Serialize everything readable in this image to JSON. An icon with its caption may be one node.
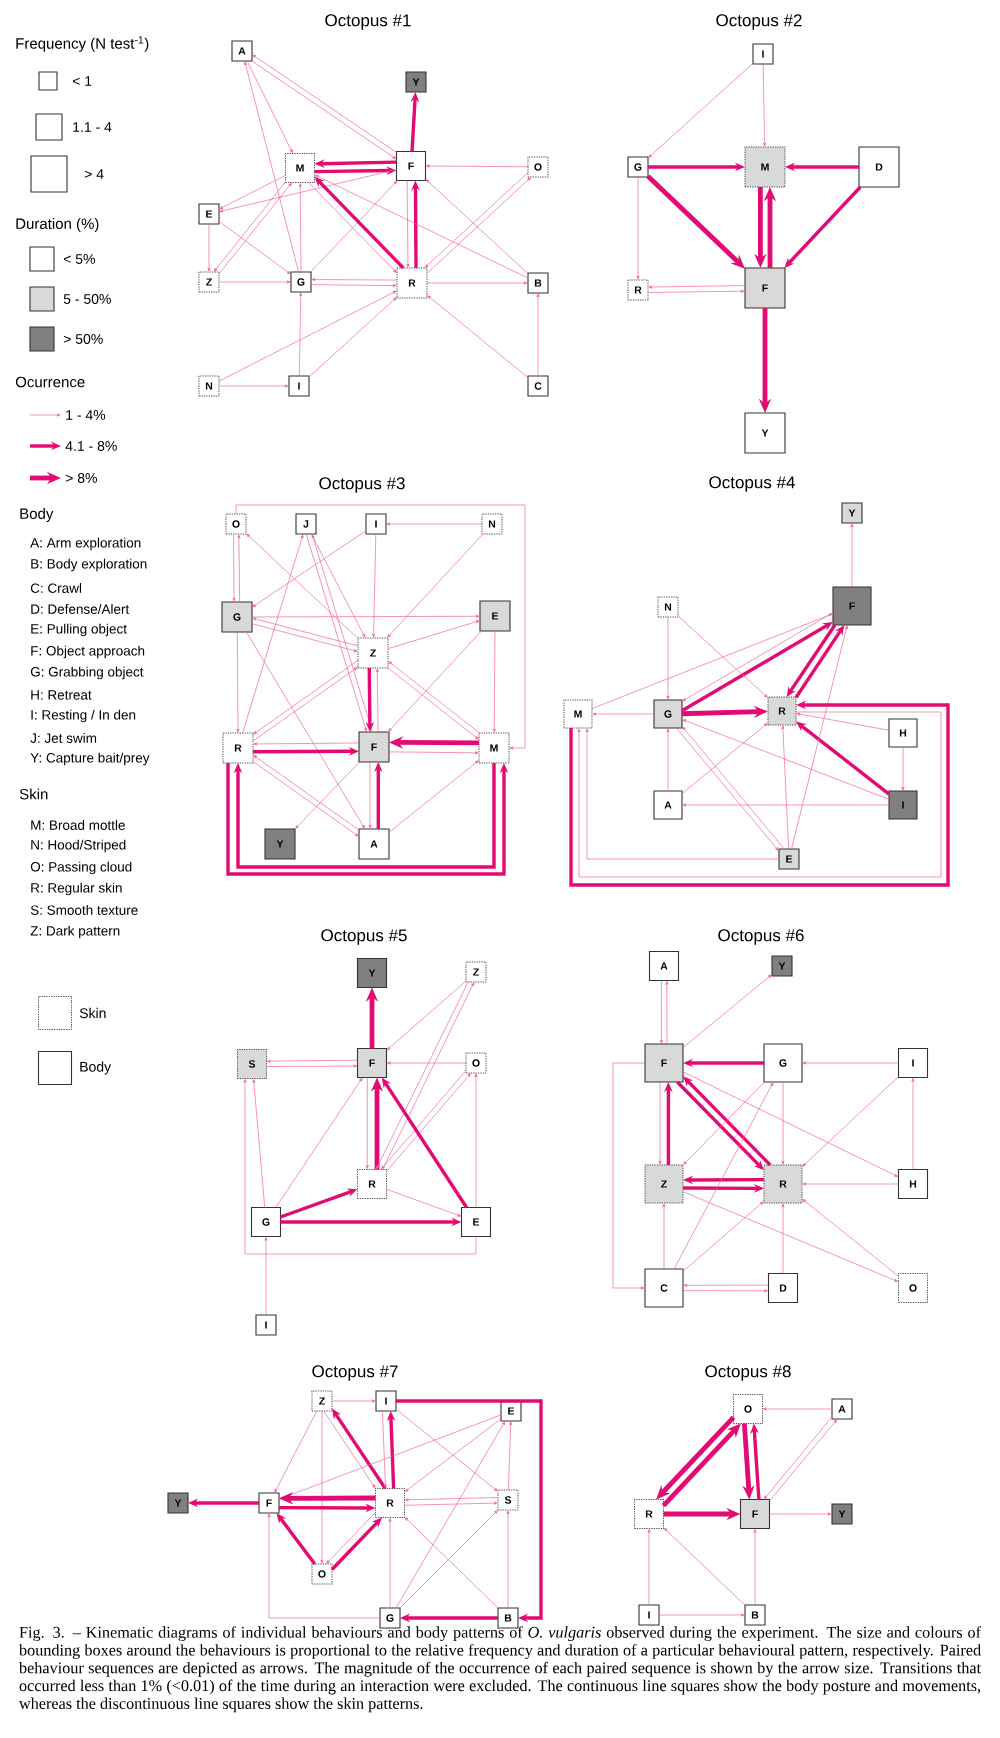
{
  "diagram": {
    "caption": "Fig. 3. – Kinematic diagrams of individual behaviours and body patterns of *O. vulgaris* observed during the experiment. The size and colours of bounding boxes around the behaviours is proportional to the relative frequency and duration of a particular behavioural pattern, respectively. Paired behaviour sequences are depicted as arrows. The magnitude of the occurrence of each paired sequence is shown by the arrow size. Transitions that occurred less than 1% (<0.01) of the time during an interaction were excluded. The continuous line squares show the body posture and movements, whereas the discontinuous line squares show the skin patterns.",
    "nodes": [
      {
        "text": [
          "A"
        ]
      },
      {
        "text": [
          "Y"
        ]
      },
      {
        "text": [
          "M"
        ]
      },
      {
        "text": [
          "F"
        ]
      },
      {
        "text": [
          "O"
        ]
      },
      {
        "text": [
          "E"
        ]
      },
      {
        "text": [
          "Z"
        ]
      },
      {
        "text": [
          "G"
        ]
      },
      {
        "text": [
          "R"
        ]
      },
      {
        "text": [
          "B"
        ]
      },
      {
        "text": [
          "N"
        ]
      },
      {
        "text": [
          "I"
        ]
      },
      {
        "text": [
          "C"
        ]
      },
      {
        "text": [
          "I"
        ]
      },
      {
        "text": [
          "G"
        ]
      },
      {
        "text": [
          "M"
        ]
      },
      {
        "text": [
          "D"
        ]
      },
      {
        "text": [
          "R"
        ]
      },
      {
        "text": [
          "F"
        ]
      },
      {
        "text": [
          "Y"
        ]
      },
      {
        "text": [
          "O"
        ]
      },
      {
        "text": [
          "J"
        ]
      },
      {
        "text": [
          "I"
        ]
      },
      {
        "text": [
          "N"
        ]
      },
      {
        "text": [
          "G"
        ]
      },
      {
        "text": [
          "E"
        ]
      },
      {
        "text": [
          "Z"
        ]
      },
      {
        "text": [
          "R"
        ]
      },
      {
        "text": [
          "F"
        ]
      },
      {
        "text": [
          "M"
        ]
      },
      {
        "text": [
          "Y"
        ]
      },
      {
        "text": [
          "A"
        ]
      },
      {
        "text": [
          "Y"
        ]
      },
      {
        "text": [
          "N"
        ]
      },
      {
        "text": [
          "F"
        ]
      },
      {
        "text": [
          "M"
        ]
      },
      {
        "text": [
          "G"
        ]
      },
      {
        "text": [
          "R"
        ]
      },
      {
        "text": [
          "H"
        ]
      },
      {
        "text": [
          "A"
        ]
      },
      {
        "text": [
          "I"
        ]
      },
      {
        "text": [
          "E"
        ]
      },
      {
        "text": [
          "Y"
        ]
      },
      {
        "text": [
          "Z"
        ]
      },
      {
        "text": [
          "S"
        ]
      },
      {
        "text": [
          "F"
        ]
      },
      {
        "text": [
          "O"
        ]
      },
      {
        "text": [
          "R"
        ]
      },
      {
        "text": [
          "G"
        ]
      },
      {
        "text": [
          "E"
        ]
      },
      {
        "text": [
          "I"
        ]
      },
      {
        "text": [
          "A"
        ]
      },
      {
        "text": [
          "Y"
        ]
      },
      {
        "text": [
          "F"
        ]
      },
      {
        "text": [
          "G"
        ]
      },
      {
        "text": [
          "I"
        ]
      },
      {
        "text": [
          "Z"
        ]
      },
      {
        "text": [
          "R"
        ]
      },
      {
        "text": [
          "H"
        ]
      },
      {
        "text": [
          "C"
        ]
      },
      {
        "text": [
          "D"
        ]
      },
      {
        "text": [
          "O"
        ]
      },
      {
        "text": [
          "Z"
        ]
      },
      {
        "text": [
          "I"
        ]
      },
      {
        "text": [
          "E"
        ]
      },
      {
        "text": [
          "Y"
        ]
      },
      {
        "text": [
          "F"
        ]
      },
      {
        "text": [
          "R"
        ]
      },
      {
        "text": [
          "S"
        ]
      },
      {
        "text": [
          "O"
        ]
      },
      {
        "text": [
          "G"
        ]
      },
      {
        "text": [
          "B"
        ]
      },
      {
        "text": [
          "O"
        ]
      },
      {
        "text": [
          "A"
        ]
      },
      {
        "text": [
          "R"
        ]
      },
      {
        "text": [
          "F"
        ]
      },
      {
        "text": [
          "Y"
        ]
      },
      {
        "text": [
          "I"
        ]
      },
      {
        "text": [
          "B"
        ]
      }
    ],
    "edges": [
      {
        "from": 0,
        "to": 2,
        "arrow": "to"
      },
      {
        "from": 7,
        "to": 0,
        "arrow": "to"
      },
      {
        "from": 0,
        "to": 3,
        "arrow": "to"
      },
      {
        "from": 3,
        "to": 0,
        "arrow": "to"
      },
      {
        "from": 3,
        "to": 1,
        "arrow": "to",
        "style": "thick"
      },
      {
        "from": 2,
        "to": 3,
        "arrow": "to",
        "style": "thick"
      },
      {
        "from": 3,
        "to": 2,
        "arrow": "to",
        "style": "thick"
      },
      {
        "from": 4,
        "to": 3,
        "arrow": "to"
      },
      {
        "from": 2,
        "to": 5,
        "arrow": "to"
      },
      {
        "from": 3,
        "to": 5,
        "arrow": "to"
      },
      {
        "from": 5,
        "to": 6,
        "arrow": "to"
      },
      {
        "from": 5,
        "to": 7,
        "arrow": "to"
      },
      {
        "from": 6,
        "to": 2,
        "arrow": "to"
      },
      {
        "from": 2,
        "to": 6,
        "arrow": "to"
      },
      {
        "from": 7,
        "to": 2,
        "arrow": "to"
      },
      {
        "from": 7,
        "to": 3,
        "arrow": "to"
      },
      {
        "from": 8,
        "to": 2,
        "arrow": "to",
        "style": "thick"
      },
      {
        "from": 2,
        "to": 8,
        "arrow": "to"
      },
      {
        "from": 8,
        "to": 3,
        "arrow": "to",
        "style": "thick"
      },
      {
        "from": 3,
        "to": 8,
        "arrow": "to"
      },
      {
        "from": 9,
        "to": 2,
        "arrow": "to"
      },
      {
        "from": 9,
        "to": 3,
        "arrow": "to"
      },
      {
        "from": 8,
        "to": 4,
        "arrow": "to"
      },
      {
        "from": 4,
        "to": 8,
        "arrow": "to"
      },
      {
        "from": 6,
        "to": 7,
        "arrow": "to"
      },
      {
        "from": 7,
        "to": 8,
        "arrow": "to"
      },
      {
        "from": 8,
        "to": 7,
        "arrow": "to"
      },
      {
        "from": 8,
        "to": 9,
        "arrow": "to"
      },
      {
        "from": 10,
        "to": 8,
        "arrow": "to"
      },
      {
        "from": 11,
        "to": 8,
        "arrow": "to"
      },
      {
        "from": 11,
        "to": 7,
        "arrow": "to"
      },
      {
        "from": 10,
        "to": 11,
        "arrow": "to"
      },
      {
        "from": 12,
        "to": 8,
        "arrow": "to"
      },
      {
        "from": 12,
        "to": 9,
        "arrow": "to"
      },
      {
        "from": 13,
        "to": 14,
        "arrow": "to"
      },
      {
        "from": 13,
        "to": 15,
        "arrow": "to"
      },
      {
        "from": 14,
        "to": 15,
        "arrow": "to",
        "style": "thick"
      },
      {
        "from": 16,
        "to": 15,
        "arrow": "to",
        "style": "thick"
      },
      {
        "from": 14,
        "to": 18,
        "arrow": "to",
        "style": "thick"
      },
      {
        "from": 18,
        "to": 15,
        "arrow": "to",
        "style": "thick"
      },
      {
        "from": 15,
        "to": 18,
        "arrow": "to",
        "style": "thick"
      },
      {
        "from": 16,
        "to": 18,
        "arrow": "to",
        "style": "thick"
      },
      {
        "from": 14,
        "to": 17,
        "arrow": "to"
      },
      {
        "from": 18,
        "to": 17,
        "arrow": "to"
      },
      {
        "from": 17,
        "to": 18,
        "arrow": "to"
      },
      {
        "from": 18,
        "to": 19,
        "arrow": "to",
        "style": "thick"
      },
      {
        "from": 20,
        "to": 24,
        "arrow": "to"
      },
      {
        "from": 24,
        "to": 20,
        "arrow": "to"
      },
      {
        "from": 20,
        "to": 29,
        "arrow": "to"
      },
      {
        "from": 26,
        "to": 20,
        "arrow": "to"
      },
      {
        "from": 23,
        "to": 22,
        "arrow": "to"
      },
      {
        "from": 23,
        "to": 26,
        "arrow": "to"
      },
      {
        "from": 22,
        "to": 24,
        "arrow": "to"
      },
      {
        "from": 22,
        "to": 26,
        "arrow": "to"
      },
      {
        "from": 21,
        "to": 26,
        "arrow": "to"
      },
      {
        "from": 21,
        "to": 28,
        "arrow": "to"
      },
      {
        "from": 28,
        "to": 21,
        "arrow": "to"
      },
      {
        "from": 27,
        "to": 21,
        "arrow": "to"
      },
      {
        "from": 24,
        "to": 25,
        "arrow": "to"
      },
      {
        "from": 24,
        "to": 26,
        "arrow": "to"
      },
      {
        "from": 26,
        "to": 24,
        "arrow": "to"
      },
      {
        "from": 24,
        "to": 27,
        "arrow": "to"
      },
      {
        "from": 24,
        "to": 31,
        "arrow": "to"
      },
      {
        "from": 26,
        "to": 25,
        "arrow": "to"
      },
      {
        "from": 25,
        "to": 28,
        "arrow": "to"
      },
      {
        "from": 25,
        "to": 29,
        "arrow": "to"
      },
      {
        "from": 26,
        "to": 27,
        "arrow": "to"
      },
      {
        "from": 27,
        "to": 26,
        "arrow": "to"
      },
      {
        "from": 26,
        "to": 28,
        "arrow": "to",
        "style": "thick"
      },
      {
        "from": 28,
        "to": 26,
        "arrow": "to"
      },
      {
        "from": 26,
        "to": 29,
        "arrow": "to"
      },
      {
        "from": 29,
        "to": 26,
        "arrow": "to"
      },
      {
        "from": 27,
        "to": 28,
        "arrow": "to",
        "style": "thick"
      },
      {
        "from": 28,
        "to": 27,
        "arrow": "to"
      },
      {
        "from": 29,
        "to": 28,
        "arrow": "to",
        "style": "thick"
      },
      {
        "from": 28,
        "to": 29,
        "arrow": "to"
      },
      {
        "from": 28,
        "to": 30,
        "arrow": "to"
      },
      {
        "from": 28,
        "to": 31,
        "arrow": "to"
      },
      {
        "from": 31,
        "to": 28,
        "arrow": "to",
        "style": "thick"
      },
      {
        "from": 27,
        "to": 31,
        "arrow": "to"
      },
      {
        "from": 31,
        "to": 27,
        "arrow": "to"
      },
      {
        "from": 31,
        "to": 29,
        "arrow": "to"
      },
      {
        "from": 29,
        "to": 27,
        "arrow": "to",
        "style": "thick"
      },
      {
        "from": 27,
        "to": 29,
        "arrow": "to",
        "style": "thick"
      },
      {
        "from": 34,
        "to": 32,
        "arrow": "to"
      },
      {
        "from": 35,
        "to": 34,
        "arrow": "to"
      },
      {
        "from": 36,
        "to": 34,
        "arrow": "to",
        "style": "thick"
      },
      {
        "from": 34,
        "to": 36,
        "arrow": "to"
      },
      {
        "from": 34,
        "to": 37,
        "arrow": "to",
        "style": "thick"
      },
      {
        "from": 37,
        "to": 34,
        "arrow": "to",
        "style": "thick"
      },
      {
        "from": 33,
        "to": 36,
        "arrow": "to"
      },
      {
        "from": 33,
        "to": 37,
        "arrow": "to"
      },
      {
        "from": 36,
        "to": 35,
        "arrow": "to"
      },
      {
        "from": 36,
        "to": 37,
        "arrow": "to",
        "style": "thick"
      },
      {
        "from": 40,
        "to": 36,
        "arrow": "to"
      },
      {
        "from": 38,
        "to": 37,
        "arrow": "to"
      },
      {
        "from": 40,
        "to": 37,
        "arrow": "to",
        "style": "thick"
      },
      {
        "from": 38,
        "to": 40,
        "arrow": "to"
      },
      {
        "from": 39,
        "to": 36,
        "arrow": "to"
      },
      {
        "from": 39,
        "to": 37,
        "arrow": "to"
      },
      {
        "from": 40,
        "to": 39,
        "arrow": "to"
      },
      {
        "from": 36,
        "to": 41,
        "arrow": "to"
      },
      {
        "from": 41,
        "to": 36,
        "arrow": "to"
      },
      {
        "from": 41,
        "to": 37,
        "arrow": "to"
      },
      {
        "from": 41,
        "to": 34,
        "arrow": "to"
      },
      {
        "from": 41,
        "to": 35,
        "arrow": "to"
      },
      {
        "from": 35,
        "to": 37,
        "arrow": "to",
        "style": "thick"
      },
      {
        "from": 37,
        "to": 35,
        "arrow": "to"
      },
      {
        "from": 45,
        "to": 42,
        "arrow": "to",
        "style": "thick"
      },
      {
        "from": 43,
        "to": 45,
        "arrow": "to"
      },
      {
        "from": 45,
        "to": 44,
        "arrow": "to"
      },
      {
        "from": 44,
        "to": 45,
        "arrow": "to"
      },
      {
        "from": 46,
        "to": 45,
        "arrow": "to"
      },
      {
        "from": 45,
        "to": 47,
        "arrow": "to"
      },
      {
        "from": 47,
        "to": 45,
        "arrow": "to",
        "style": "thick"
      },
      {
        "from": 47,
        "to": 43,
        "arrow": "to"
      },
      {
        "from": 43,
        "to": 47,
        "arrow": "to"
      },
      {
        "from": 47,
        "to": 46,
        "arrow": "to"
      },
      {
        "from": 46,
        "to": 47,
        "arrow": "to"
      },
      {
        "from": 48,
        "to": 45,
        "arrow": "to"
      },
      {
        "from": 49,
        "to": 45,
        "arrow": "to",
        "style": "thick"
      },
      {
        "from": 48,
        "to": 47,
        "arrow": "to",
        "style": "thick"
      },
      {
        "from": 47,
        "to": 49,
        "arrow": "to"
      },
      {
        "from": 48,
        "to": 49,
        "arrow": "to",
        "style": "thick"
      },
      {
        "from": 48,
        "to": 44,
        "arrow": "to"
      },
      {
        "from": 49,
        "to": 46,
        "arrow": "to"
      },
      {
        "from": 49,
        "to": 44,
        "arrow": "to"
      },
      {
        "from": 50,
        "to": 48,
        "arrow": "to"
      },
      {
        "from": 51,
        "to": 53,
        "arrow": "to"
      },
      {
        "from": 53,
        "to": 51,
        "arrow": "to"
      },
      {
        "from": 53,
        "to": 52,
        "arrow": "to"
      },
      {
        "from": 54,
        "to": 53,
        "arrow": "to",
        "style": "thick"
      },
      {
        "from": 55,
        "to": 54,
        "arrow": "to"
      },
      {
        "from": 53,
        "to": 56,
        "arrow": "to"
      },
      {
        "from": 56,
        "to": 53,
        "arrow": "to",
        "style": "thick"
      },
      {
        "from": 53,
        "to": 57,
        "arrow": "to",
        "style": "thick"
      },
      {
        "from": 57,
        "to": 53,
        "arrow": "to",
        "style": "thick"
      },
      {
        "from": 53,
        "to": 58,
        "arrow": "to"
      },
      {
        "from": 53,
        "to": 59,
        "arrow": "to"
      },
      {
        "from": 54,
        "to": 56,
        "arrow": "to"
      },
      {
        "from": 54,
        "to": 57,
        "arrow": "to"
      },
      {
        "from": 55,
        "to": 57,
        "arrow": "to"
      },
      {
        "from": 58,
        "to": 55,
        "arrow": "to"
      },
      {
        "from": 58,
        "to": 57,
        "arrow": "to"
      },
      {
        "from": 57,
        "to": 56,
        "arrow": "to",
        "style": "thick"
      },
      {
        "from": 56,
        "to": 57,
        "arrow": "to",
        "style": "thick"
      },
      {
        "from": 56,
        "to": 61,
        "arrow": "to"
      },
      {
        "from": 59,
        "to": 56,
        "arrow": "to"
      },
      {
        "from": 59,
        "to": 54,
        "arrow": "to"
      },
      {
        "from": 59,
        "to": 57,
        "arrow": "to"
      },
      {
        "from": 59,
        "to": 60,
        "arrow": "to"
      },
      {
        "from": 60,
        "to": 59,
        "arrow": "to"
      },
      {
        "from": 60,
        "to": 57,
        "arrow": "to"
      },
      {
        "from": 61,
        "to": 57,
        "arrow": "to"
      },
      {
        "from": 62,
        "to": 63,
        "arrow": "to"
      },
      {
        "from": 63,
        "to": 71,
        "arrow": "to",
        "style": "thick"
      },
      {
        "from": 62,
        "to": 66,
        "arrow": "to"
      },
      {
        "from": 62,
        "to": 69,
        "arrow": "to"
      },
      {
        "from": 62,
        "to": 67,
        "arrow": "to"
      },
      {
        "from": 67,
        "to": 62,
        "arrow": "to",
        "style": "thick"
      },
      {
        "from": 63,
        "to": 67,
        "arrow": "to"
      },
      {
        "from": 67,
        "to": 63,
        "arrow": "to",
        "style": "thick"
      },
      {
        "from": 63,
        "to": 68,
        "arrow": "to"
      },
      {
        "from": 64,
        "to": 66,
        "arrow": "to"
      },
      {
        "from": 64,
        "to": 67,
        "arrow": "to"
      },
      {
        "from": 66,
        "to": 65,
        "arrow": "to",
        "style": "thick"
      },
      {
        "from": 66,
        "to": 67,
        "arrow": "to",
        "style": "thick"
      },
      {
        "from": 67,
        "to": 66,
        "arrow": "to",
        "style": "thick"
      },
      {
        "from": 67,
        "to": 68,
        "arrow": "to"
      },
      {
        "from": 68,
        "to": 67,
        "arrow": "to"
      },
      {
        "from": 67,
        "to": 69,
        "arrow": "to"
      },
      {
        "from": 69,
        "to": 67,
        "arrow": "to",
        "style": "thick"
      },
      {
        "from": 69,
        "to": 66,
        "arrow": "to",
        "style": "thick"
      },
      {
        "from": 70,
        "to": 67,
        "arrow": "to"
      },
      {
        "from": 70,
        "to": 64,
        "arrow": "to"
      },
      {
        "from": 70,
        "to": 68,
        "arrow": "to"
      },
      {
        "from": 70,
        "to": 66,
        "arrow": "to"
      },
      {
        "from": 71,
        "to": 70,
        "arrow": "to",
        "style": "thick"
      },
      {
        "from": 71,
        "to": 68,
        "arrow": "to"
      },
      {
        "from": 68,
        "to": 64,
        "arrow": "to"
      },
      {
        "from": 71,
        "to": 67,
        "arrow": "to"
      },
      {
        "from": 74,
        "to": 72,
        "arrow": "to",
        "style": "thick"
      },
      {
        "from": 72,
        "to": 74,
        "arrow": "to",
        "style": "thick"
      },
      {
        "from": 73,
        "to": 72,
        "arrow": "to"
      },
      {
        "from": 75,
        "to": 72,
        "arrow": "to",
        "style": "thick"
      },
      {
        "from": 72,
        "to": 75,
        "arrow": "to",
        "style": "thick"
      },
      {
        "from": 73,
        "to": 75,
        "arrow": "to"
      },
      {
        "from": 75,
        "to": 73,
        "arrow": "to"
      },
      {
        "from": 74,
        "to": 75,
        "arrow": "to",
        "style": "thick"
      },
      {
        "from": 75,
        "to": 76,
        "arrow": "to"
      },
      {
        "from": 77,
        "to": 74,
        "arrow": "to"
      },
      {
        "from": 77,
        "to": 78,
        "arrow": "to"
      },
      {
        "from": 78,
        "to": 74,
        "arrow": "to"
      },
      {
        "from": 78,
        "to": 75,
        "arrow": "to"
      }
    ],
    "labels": [
      "Frequency (N test$^{-1}$)",
      "Octopus #1",
      "Octopus #2",
      "Duration (%)",
      "Ocurrence",
      "Octopus #3",
      "Octopus #4",
      "Body",
      "A: Arm exploration",
      "B: Body exploration",
      "C: Crawl",
      "D: Defense/Alert",
      "E: Pulling object",
      "F: Object approach",
      "G: Grabbing object",
      "H: Retreat",
      "I: Resting / In den",
      "J: Jet swim",
      "Y: Capture bait/prey",
      "Skin",
      "M: Broad mottle",
      "N: Hood/Striped",
      "O: Passing cloud",
      "R: Regular skin",
      "S: Smooth texture",
      "Z: Dark pattern",
      "Octopus #5",
      "Octopus #6",
      "Octopus #7",
      "Octopus #8"
    ],
    "legend": [
      {
        "text": "< 1"
      },
      {
        "text": "1.1 - 4"
      },
      {
        "text": "> 4"
      },
      {
        "text": "< 5%"
      },
      {
        "text": "5 - 50%",
        "color": "#d9d9d9"
      },
      {
        "text": "> 50%",
        "color": "#808080"
      },
      {
        "text": "1 - 4%"
      },
      {
        "text": "4.1 - 8%"
      },
      {
        "text": "> 8%"
      },
      {
        "text": "Skin"
      },
      {
        "text": "Body"
      }
    ]
  }
}
